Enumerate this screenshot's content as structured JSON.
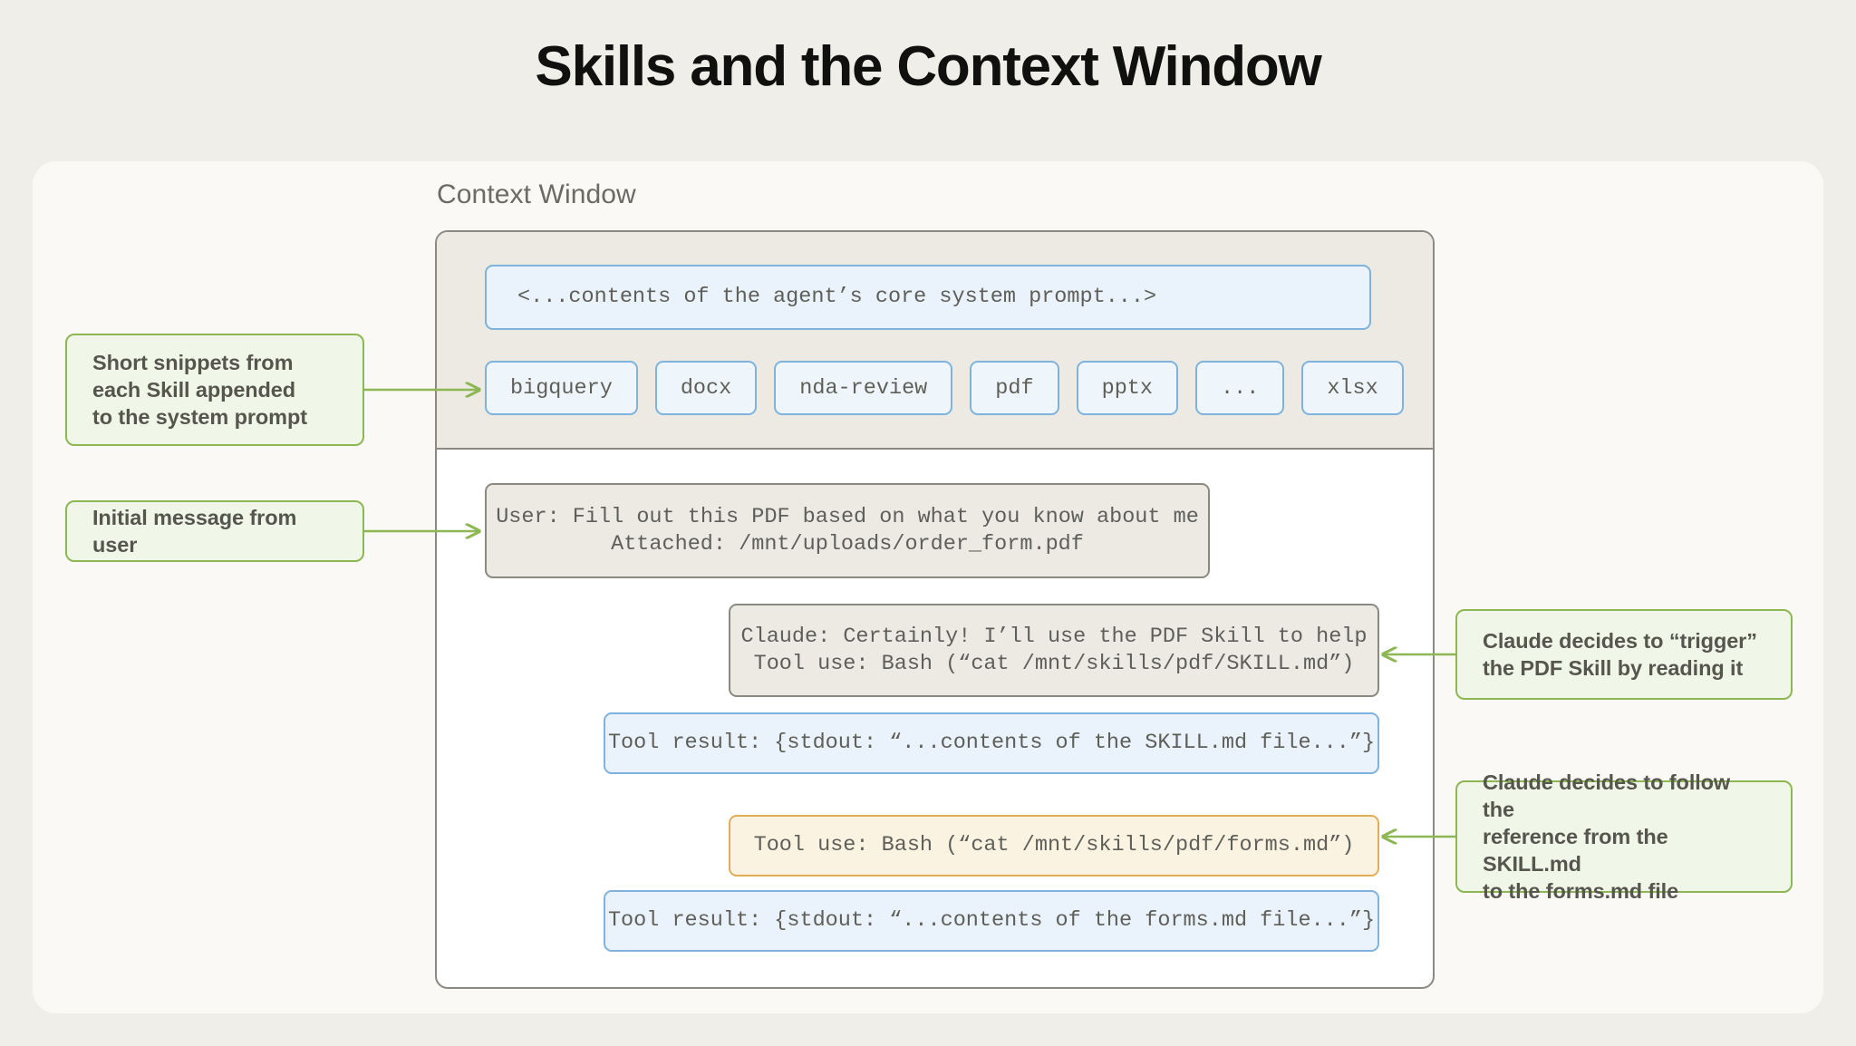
{
  "page": {
    "title": "Skills and the Context Window",
    "background_color": "#efeee9",
    "card_color": "#faf9f5"
  },
  "context_window": {
    "label": "Context Window",
    "system_prompt": {
      "text": "<...contents of the agent’s core system prompt...>",
      "style": "blue"
    },
    "skill_chips": [
      {
        "label": "bigquery"
      },
      {
        "label": "docx"
      },
      {
        "label": "nda-review"
      },
      {
        "label": "pdf"
      },
      {
        "label": "pptx"
      },
      {
        "label": "..."
      },
      {
        "label": "xlsx"
      }
    ],
    "transcript": [
      {
        "id": "user-message",
        "style": "gray",
        "line1": "User: Fill out this PDF based on what you know about me",
        "line2": "Attached: /mnt/uploads/order_form.pdf"
      },
      {
        "id": "claude-response",
        "style": "gray",
        "line1": "Claude: Certainly! I’ll use the PDF Skill to help",
        "line2": "Tool use: Bash (“cat /mnt/skills/pdf/SKILL.md”)"
      },
      {
        "id": "tool-result-skill-md",
        "style": "blue",
        "line1": "Tool result: {stdout: “...contents of the SKILL.md file...”}",
        "line2": ""
      },
      {
        "id": "tool-use-forms-md",
        "style": "amber",
        "line1": "Tool use: Bash (“cat /mnt/skills/pdf/forms.md”)",
        "line2": ""
      },
      {
        "id": "tool-result-forms-md",
        "style": "blue",
        "line1": "Tool result: {stdout: “...contents of the forms.md file...”}",
        "line2": ""
      }
    ]
  },
  "annotations": {
    "snippets": {
      "line1": "Short snippets from",
      "line2": "each Skill appended",
      "line3": "to the system prompt"
    },
    "initial_message": {
      "line1": "Initial message from user"
    },
    "trigger": {
      "line1": "Claude decides to “trigger”",
      "line2": "the PDF Skill by reading it"
    },
    "follow_reference": {
      "line1": "Claude decides to follow the",
      "line2": "reference from the SKILL.md",
      "line3": "to the forms.md file"
    }
  },
  "colors": {
    "accent_green": "#8cb752",
    "note_fill": "#f0f6e8",
    "blue_border": "#7fb3dd",
    "blue_fill": "#eaf3fb",
    "gray_border": "#8a8a82",
    "gray_fill": "#eceae3",
    "amber_border": "#e0ae55",
    "amber_fill": "#fbf3e2",
    "text_dark": "#10100e",
    "text_mono": "#5f5f59"
  }
}
